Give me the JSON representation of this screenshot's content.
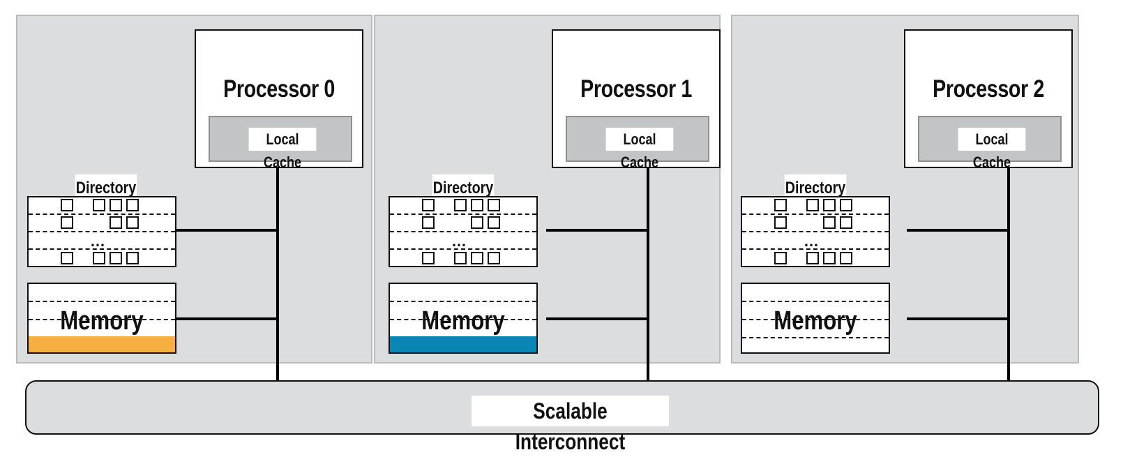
{
  "nodes": [
    {
      "processor": "Processor 0",
      "cache": "Local Cache",
      "directory": "Directory",
      "memory": "Memory",
      "memory_highlight": "#f5b041"
    },
    {
      "processor": "Processor 1",
      "cache": "Local Cache",
      "directory": "Directory",
      "memory": "Memory",
      "memory_highlight": "#0a86b4"
    },
    {
      "processor": "Processor 2",
      "cache": "Local Cache",
      "directory": "Directory",
      "memory": "Memory",
      "memory_highlight": ""
    }
  ],
  "interconnect": {
    "label": "Scalable Interconnect"
  },
  "colors": {
    "node_bg": "#dcdddf",
    "cache_bg": "#c3c4c6",
    "line": "#000000"
  }
}
